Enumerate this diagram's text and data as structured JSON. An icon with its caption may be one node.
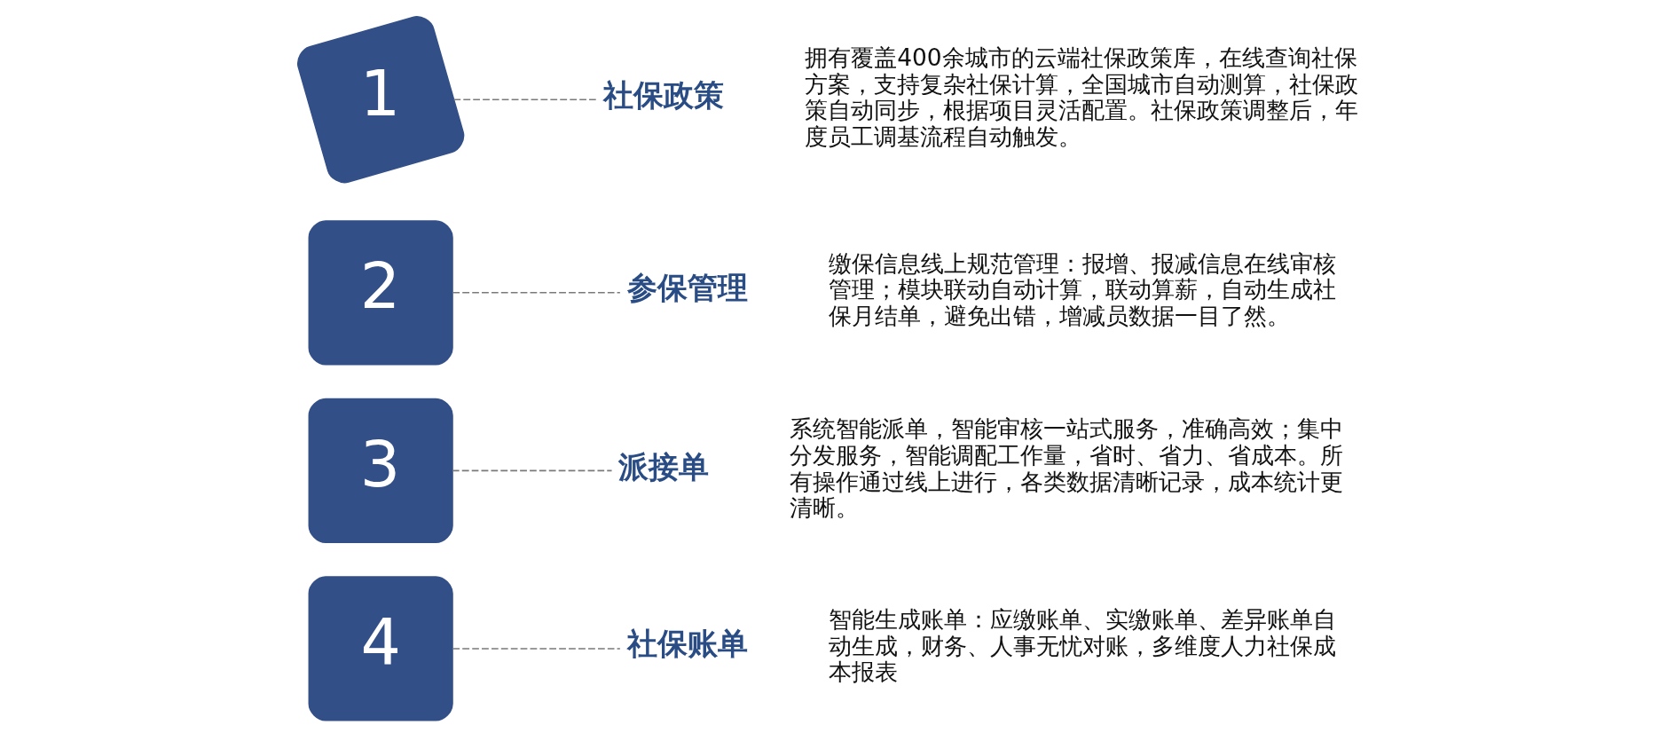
{
  "diagram": {
    "nodes": [
      {
        "text": [
          "1"
        ]
      },
      {
        "text": [
          "社保政策"
        ],
        "beside": [
          "拥有覆盖400余城市的云端社保政策库，在线查询社保方案，支持复杂社保计算，全国城市自动测算，社保政策自动同步，根据项目灵活配置。社保政策调整后，年度员工调基流程自动触发。"
        ]
      },
      {
        "text": [
          "2"
        ]
      },
      {
        "text": [
          "参保管理"
        ],
        "beside": [
          "缴保信息线上规范管理：报增、报减信息在线审核管理；模块联动自动计算，联动算薪，自动生成社保月结单，避免出错，增减员数据一目了然。"
        ]
      },
      {
        "text": [
          "3"
        ]
      },
      {
        "text": [
          "派接单"
        ],
        "beside": [
          "系统智能派单，智能审核一站式服务，准确高效；集中分发服务，智能调配工作量，省时、省力、省成本。所有操作通过线上进行，各类数据清晰记录，成本统计更清晰。"
        ]
      },
      {
        "text": [
          "4"
        ]
      },
      {
        "text": [
          "社保账单"
        ],
        "beside": [
          "智能生成账单：应缴账单、实缴账单、差异账单自动生成，财务、人事无忧对账，多维度人力社保成本报表"
        ]
      }
    ],
    "edges": [
      {
        "from": 0,
        "to": 1,
        "arrow": "none",
        "style": "dashed"
      },
      {
        "from": 2,
        "to": 3,
        "arrow": "none",
        "style": "dashed"
      },
      {
        "from": 4,
        "to": 5,
        "arrow": "none",
        "style": "dashed"
      },
      {
        "from": 6,
        "to": 7,
        "arrow": "none",
        "style": "dashed"
      }
    ]
  }
}
